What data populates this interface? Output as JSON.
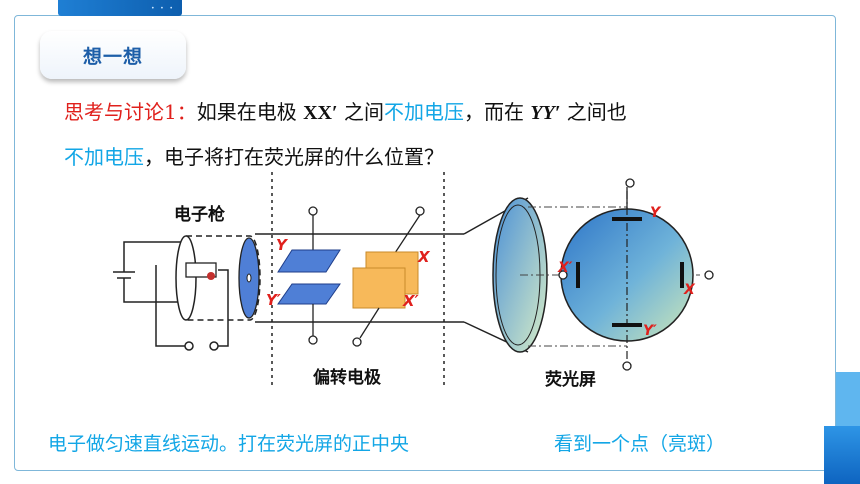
{
  "header": {
    "badge_label": "想一想"
  },
  "question": {
    "line1_prefix": "思考与讨论1：",
    "line1_a": "如果在电极 ",
    "line1_xx": "XX′",
    "line1_b": " 之间",
    "line1_hl1": "不加电压",
    "line1_c": "，而在 ",
    "line1_yy": "YY′",
    "line1_d": " 之间也",
    "line2_hl": "不加电压",
    "line2_rest": "，电子将打在荧光屏的什么位置？"
  },
  "diagram": {
    "label_gun": "电子枪",
    "label_deflect": "偏转电极",
    "label_screen": "荧光屏",
    "plate_y": "Y",
    "plate_y_prime": "Y′",
    "plate_x": "X",
    "plate_x_prime": "X′",
    "screen_y": "Y",
    "screen_y_prime": "Y′",
    "screen_x": "X",
    "screen_x_prime": "X′"
  },
  "answer": {
    "left": "电子做匀速直线运动。打在荧光屏的正中央",
    "right": "看到一个点（亮斑）"
  },
  "colors": {
    "accent_blue": "#1d5ea8",
    "highlight_cyan": "#12a6e6",
    "prefix_red": "#e0201c",
    "plate_blue": "#4f7fd6",
    "plate_orange": "#f7b95a"
  }
}
